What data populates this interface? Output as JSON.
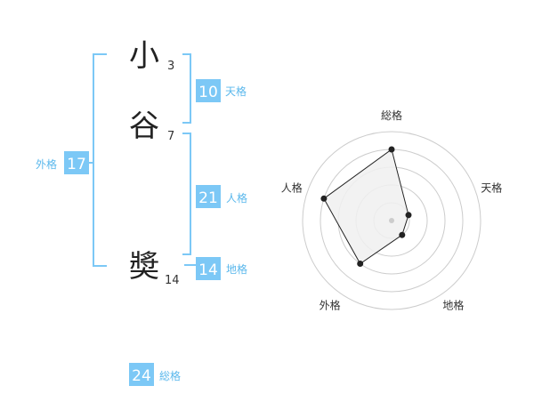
{
  "colors": {
    "accent": "#7cc8f6",
    "accent_text": "#5bb8ec",
    "bracket": "#7cc8f6",
    "radar_fill": "#f0f0f0",
    "radar_ring": "#cccccc",
    "radar_line": "#222222"
  },
  "name": {
    "characters": [
      {
        "char": "小",
        "strokes": "3"
      },
      {
        "char": "谷",
        "strokes": "7"
      },
      {
        "char": "奬",
        "strokes": "14"
      }
    ]
  },
  "fortune": {
    "tenkaku": {
      "value": "10",
      "label": "天格"
    },
    "jinkaku": {
      "value": "21",
      "label": "人格"
    },
    "chikaku": {
      "value": "14",
      "label": "地格"
    },
    "gaikaku": {
      "value": "17",
      "label": "外格"
    },
    "soukaku": {
      "value": "24",
      "label": "総格"
    }
  },
  "chart_data": {
    "type": "radar",
    "axes": [
      "総格",
      "天格",
      "地格",
      "外格",
      "人格"
    ],
    "values": [
      4,
      1,
      1,
      3,
      4
    ],
    "rmax": 5,
    "rings": 5
  }
}
